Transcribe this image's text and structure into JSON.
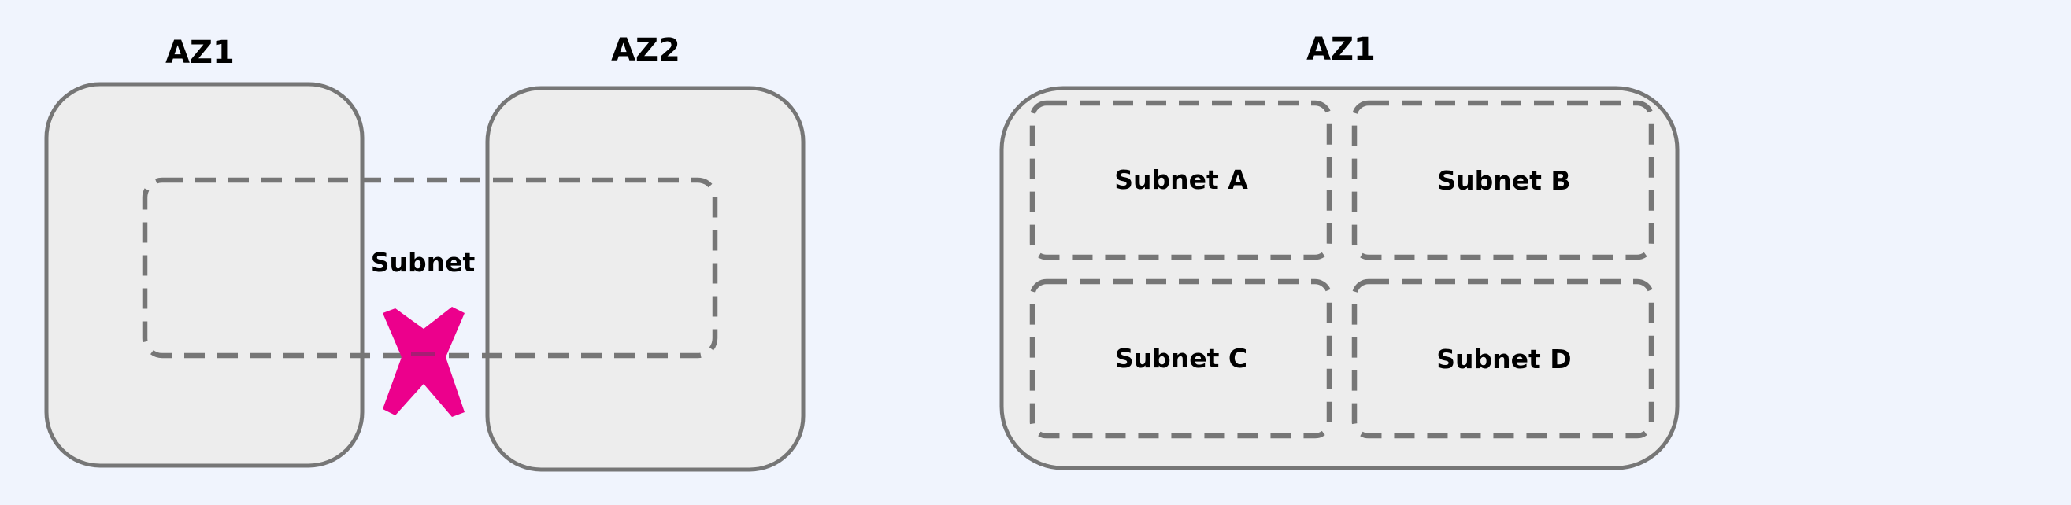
{
  "left_diagram": {
    "az1_label": "AZ1",
    "az2_label": "AZ2",
    "subnet_label": "Subnet",
    "invalid_marker": "x-mark-icon"
  },
  "right_diagram": {
    "az_label": "AZ1",
    "subnets": [
      {
        "label": "Subnet A"
      },
      {
        "label": "Subnet B"
      },
      {
        "label": "Subnet C"
      },
      {
        "label": "Subnet D"
      }
    ]
  },
  "colors": {
    "background": "#f0f4fd",
    "az_fill": "#ededed",
    "outline": "#767676",
    "invalid_marker": "#ec008c"
  }
}
